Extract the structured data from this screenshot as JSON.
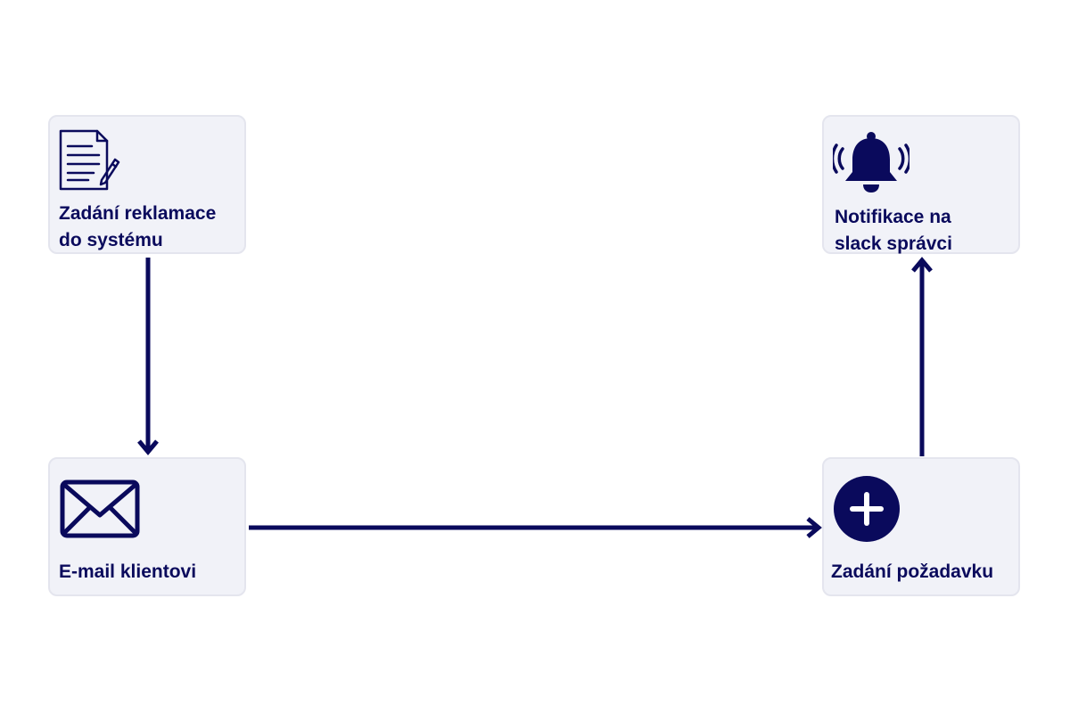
{
  "colors": {
    "accent": "#0a0a5c",
    "card_background": "#f1f2f8",
    "card_border": "#e4e5ee"
  },
  "nodes": {
    "complaint": {
      "label": "Zadání reklamace\ndo systému",
      "icon": "document-pen-icon"
    },
    "email": {
      "label": "E-mail klientovi",
      "icon": "envelope-icon"
    },
    "request": {
      "label": "Zadání požadavku",
      "icon": "plus-circle-icon"
    },
    "notify": {
      "label": "Notifikace na\nslack správci",
      "icon": "bell-ringing-icon"
    }
  },
  "edges": [
    {
      "from": "complaint",
      "to": "email"
    },
    {
      "from": "email",
      "to": "request"
    },
    {
      "from": "request",
      "to": "notify"
    }
  ]
}
